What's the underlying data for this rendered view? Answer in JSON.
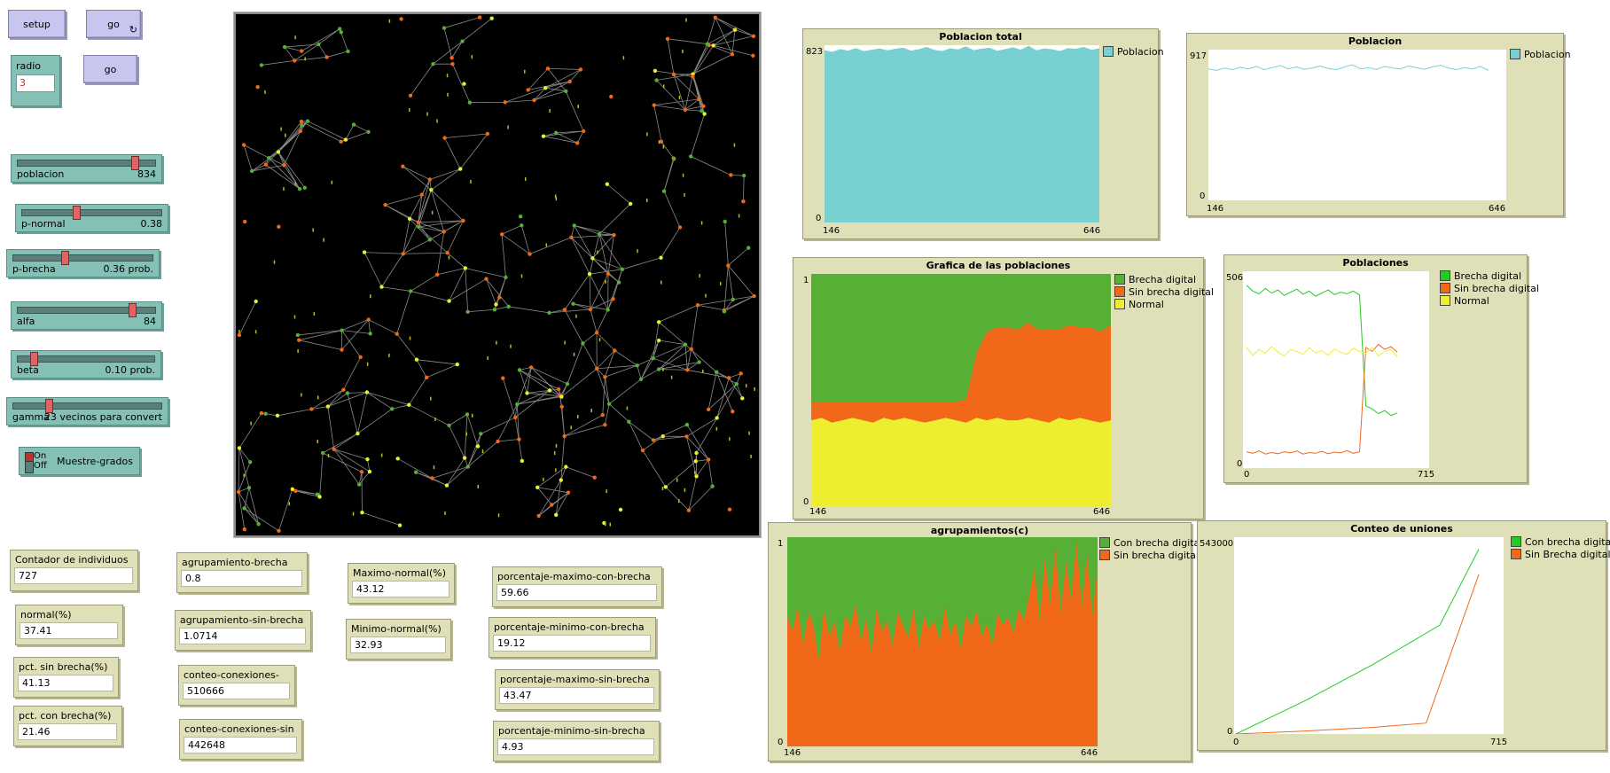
{
  "colors": {
    "green": "#55b035",
    "orange": "#f06818",
    "yellow": "#eeee30",
    "cyan": "#78d0d0",
    "grey": "#8a8a8a"
  },
  "buttons": {
    "setup": "setup",
    "go_forever": "go",
    "forever_icon": "↻",
    "go_once": "go"
  },
  "radio": {
    "label": "radio",
    "value": "3"
  },
  "sliders": [
    {
      "name": "poblacion",
      "value_text": "834",
      "fraction": 0.86
    },
    {
      "name": "p-normal",
      "value_text": "0.38",
      "fraction": 0.38
    },
    {
      "name": "p-brecha",
      "value_text": "0.36 prob.",
      "fraction": 0.36
    },
    {
      "name": "alfa",
      "value_text": "84",
      "fraction": 0.84
    },
    {
      "name": "beta",
      "value_text": "0.10 prob.",
      "fraction": 0.1
    },
    {
      "name": "gamma",
      "value_text": "23 vecinos para convert",
      "fraction": 0.23
    }
  ],
  "switch": {
    "name": "Muestre-grados",
    "on": "On",
    "off": "Off"
  },
  "monitors": {
    "contador": {
      "name": "Contador de individuos",
      "value": "727"
    },
    "normal": {
      "name": "normal(%)",
      "value": "37.41"
    },
    "sin_brecha": {
      "name": "pct. sin brecha(%)",
      "value": "41.13"
    },
    "con_brecha": {
      "name": "pct. con brecha(%)",
      "value": "21.46"
    },
    "agr_brecha": {
      "name": "agrupamiento-brecha",
      "value": "0.8"
    },
    "agr_sin": {
      "name": "agrupamiento-sin-brecha",
      "value": "1.0714"
    },
    "conteo_con": {
      "name": "conteo-conexiones-con",
      "value": "510666"
    },
    "conteo_sin": {
      "name": "conteo-conexiones-sin",
      "value": "442648"
    },
    "max_normal": {
      "name": "Maximo-normal(%)",
      "value": "43.12"
    },
    "min_normal": {
      "name": "Minimo-normal(%)",
      "value": "32.93"
    },
    "pmax_con": {
      "name": "porcentaje-maximo-con-brecha",
      "value": "59.66"
    },
    "pmin_con": {
      "name": "porcentaje-minimo-con-brecha",
      "value": "19.12"
    },
    "pmax_sin": {
      "name": "porcentaje-maximo-sin-brecha",
      "value": "43.47"
    },
    "pmin_sin": {
      "name": "porcentaje-minimo-sin-brecha",
      "value": "4.93"
    }
  },
  "chart_data": [
    {
      "id": "pob_total",
      "type": "area",
      "title": "Poblacion total",
      "xlim": [
        146,
        646
      ],
      "ylim": [
        0,
        823
      ],
      "x_ticks": [
        "146",
        "646"
      ],
      "y_ticks": [
        "0",
        "823"
      ],
      "series": [
        {
          "name": "Poblacion",
          "color": "#78d0d0",
          "values": [
            800,
            792,
            805,
            798,
            810,
            795,
            802,
            808,
            799,
            806,
            812,
            798,
            804,
            815,
            801,
            796,
            809,
            803,
            818,
            800,
            807,
            811,
            797,
            805,
            813,
            802,
            820,
            799,
            808,
            804,
            796,
            810,
            806,
            815,
            801,
            809
          ]
        }
      ]
    },
    {
      "id": "pob_line",
      "type": "line",
      "title": "Poblacion",
      "xlim": [
        146,
        646
      ],
      "ylim": [
        0,
        917
      ],
      "x_ticks": [
        "146",
        "646"
      ],
      "y_ticks": [
        "0",
        "917"
      ],
      "series": [
        {
          "name": "Poblacion",
          "color": "#78d0d0",
          "values": [
            800,
            790,
            805,
            795,
            810,
            800,
            815,
            795,
            808,
            820,
            800,
            812,
            798,
            806,
            818,
            802,
            795,
            812,
            825,
            800,
            808,
            796,
            815,
            805,
            800,
            818,
            808,
            797,
            812,
            822,
            805,
            795,
            808,
            800,
            815,
            790
          ]
        }
      ]
    },
    {
      "id": "grafica",
      "type": "area",
      "title": "Grafica de las poblaciones",
      "xlim": [
        146,
        646
      ],
      "ylim": [
        0,
        1
      ],
      "x_ticks": [
        "146",
        "646"
      ],
      "y_ticks": [
        "0",
        "1"
      ],
      "series": [
        {
          "name": "Brecha digital",
          "color": "#55b035"
        },
        {
          "name": "Sin brecha digital",
          "color": "#f06818"
        },
        {
          "name": "Normal",
          "color": "#eeee30"
        }
      ],
      "stack": {
        "normal": [
          0.37,
          0.38,
          0.36,
          0.37,
          0.38,
          0.37,
          0.36,
          0.38,
          0.37,
          0.38,
          0.37,
          0.36,
          0.37,
          0.38,
          0.37,
          0.36,
          0.38,
          0.37,
          0.38,
          0.37,
          0.37,
          0.38,
          0.37,
          0.36,
          0.38,
          0.37,
          0.38,
          0.37,
          0.36,
          0.37
        ],
        "sin": [
          0.08,
          0.07,
          0.09,
          0.08,
          0.07,
          0.08,
          0.09,
          0.07,
          0.08,
          0.07,
          0.08,
          0.09,
          0.08,
          0.07,
          0.08,
          0.1,
          0.28,
          0.38,
          0.39,
          0.4,
          0.39,
          0.41,
          0.39,
          0.4,
          0.38,
          0.41,
          0.39,
          0.4,
          0.39,
          0.41
        ]
      }
    },
    {
      "id": "poblaciones",
      "type": "line",
      "title": "Poblaciones",
      "xlim": [
        0,
        715
      ],
      "ylim": [
        0,
        506
      ],
      "x_ticks": [
        "0",
        "715"
      ],
      "y_ticks": [
        "0",
        "506"
      ],
      "series": [
        {
          "name": "Brecha digital",
          "color": "#22cc22",
          "values": [
            470,
            455,
            448,
            462,
            450,
            458,
            444,
            452,
            460,
            447,
            455,
            442,
            450,
            458,
            446,
            452,
            448,
            455,
            445,
            160,
            152,
            140,
            148,
            135,
            142
          ]
        },
        {
          "name": "Sin brecha digital",
          "color": "#f06818",
          "values": [
            42,
            38,
            44,
            36,
            40,
            37,
            42,
            39,
            44,
            36,
            40,
            38,
            43,
            37,
            41,
            39,
            45,
            38,
            42,
            310,
            300,
            318,
            305,
            312,
            298
          ]
        },
        {
          "name": "Normal",
          "color": "#eeee30",
          "values": [
            310,
            290,
            305,
            295,
            312,
            298,
            288,
            305,
            300,
            292,
            310,
            296,
            302,
            290,
            306,
            298,
            292,
            308,
            300,
            295,
            310,
            288,
            300,
            305,
            285
          ]
        }
      ]
    },
    {
      "id": "agrupamientos",
      "type": "area",
      "title": "agrupamientos(c)",
      "xlim": [
        146,
        646
      ],
      "ylim": [
        0,
        1
      ],
      "x_ticks": [
        "146",
        "646"
      ],
      "y_ticks": [
        "0",
        "1"
      ],
      "series": [
        {
          "name": "Con brecha digital",
          "color": "#55b035"
        },
        {
          "name": "Sin brecha digital",
          "color": "#f06818"
        }
      ],
      "sin": [
        0.62,
        0.55,
        0.67,
        0.48,
        0.64,
        0.58,
        0.4,
        0.66,
        0.52,
        0.6,
        0.45,
        0.63,
        0.57,
        0.68,
        0.5,
        0.61,
        0.44,
        0.66,
        0.55,
        0.6,
        0.48,
        0.64,
        0.58,
        0.52,
        0.66,
        0.47,
        0.62,
        0.56,
        0.6,
        0.5,
        0.67,
        0.53,
        0.6,
        0.46,
        0.63,
        0.57,
        0.65,
        0.52,
        0.59,
        0.48,
        0.64,
        0.58,
        0.62,
        0.54,
        0.66,
        0.6,
        0.72,
        0.85,
        0.6,
        0.9,
        0.68,
        0.95,
        0.64,
        0.88,
        0.7,
        0.98,
        0.66,
        0.92,
        0.62,
        0.86
      ]
    },
    {
      "id": "conteo",
      "type": "line",
      "title": "Conteo de uniones",
      "xlim": [
        0,
        715
      ],
      "ylim": [
        0,
        543000
      ],
      "x_ticks": [
        "0",
        "715"
      ],
      "y_ticks": [
        "0",
        "543000"
      ],
      "series": [
        {
          "name": "Con brecha digital",
          "color": "#22cc22",
          "x": [
            0,
            200,
            400,
            600,
            715
          ],
          "values": [
            0,
            90000,
            190000,
            300000,
            510000
          ]
        },
        {
          "name": "Sin Brecha digital",
          "color": "#f06818",
          "x": [
            0,
            200,
            400,
            560,
            715
          ],
          "values": [
            0,
            8000,
            18000,
            30000,
            440000
          ]
        }
      ]
    }
  ]
}
